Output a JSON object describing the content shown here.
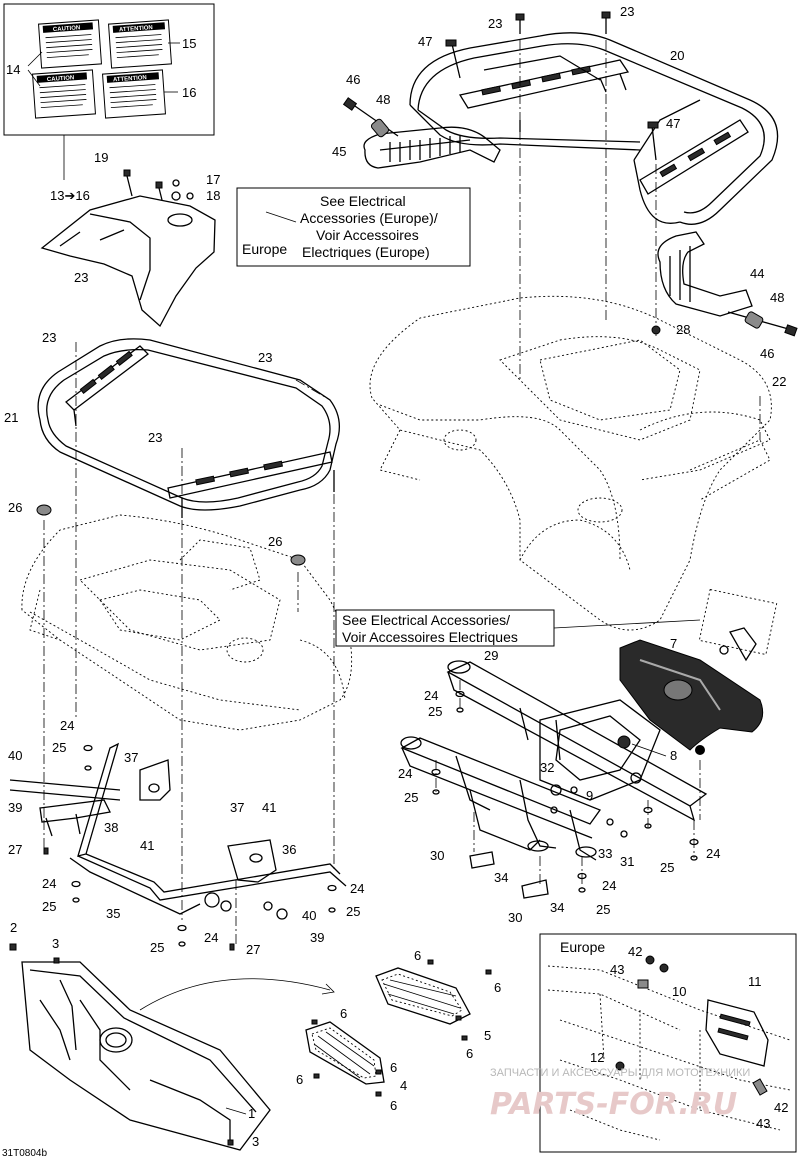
{
  "diagram": {
    "code": "31T0804b",
    "callouts": {
      "c1": "1",
      "c2": "2",
      "c3a": "3",
      "c3b": "3",
      "c4": "4",
      "c5": "5",
      "c6a": "6",
      "c6b": "6",
      "c6c": "6",
      "c6d": "6",
      "c6e": "6",
      "c6f": "6",
      "c6g": "6",
      "c7": "7",
      "c8": "8",
      "c9": "9",
      "c10": "10",
      "c11": "11",
      "c12": "12",
      "c1316": "13➔16",
      "c14": "14",
      "c15": "15",
      "c16": "16",
      "c17": "17",
      "c18": "18",
      "c19": "19",
      "c20": "20",
      "c21": "21",
      "c22": "22",
      "c23a": "23",
      "c23b": "23",
      "c23c": "23",
      "c23d": "23",
      "c23e": "23",
      "c23f": "23",
      "c24a": "24",
      "c24b": "24",
      "c24c": "24",
      "c24d": "24",
      "c24e": "24",
      "c24f": "24",
      "c24g": "24",
      "c24h": "24",
      "c25a": "25",
      "c25b": "25",
      "c25c": "25",
      "c25d": "25",
      "c25e": "25",
      "c25f": "25",
      "c25g": "25",
      "c25h": "25",
      "c26a": "26",
      "c26b": "26",
      "c27a": "27",
      "c27b": "27",
      "c28": "28",
      "c29": "29",
      "c30a": "30",
      "c30b": "30",
      "c31": "31",
      "c32": "32",
      "c33": "33",
      "c34a": "34",
      "c34b": "34",
      "c35": "35",
      "c36": "36",
      "c37a": "37",
      "c37b": "37",
      "c38": "38",
      "c39a": "39",
      "c39b": "39",
      "c40a": "40",
      "c40b": "40",
      "c41a": "41",
      "c41b": "41",
      "c42a": "42",
      "c42b": "42",
      "c43a": "43",
      "c43b": "43",
      "c44": "44",
      "c45": "45",
      "c46a": "46",
      "c46b": "46",
      "c47a": "47",
      "c47b": "47",
      "c48a": "48",
      "c48b": "48"
    },
    "notes": {
      "europe_label": "Europe",
      "elec_europe": [
        "See Electrical",
        "Accessories (Europe)/",
        "Voir Accessoires",
        "Electriques (Europe)"
      ],
      "elec": [
        "See Electrical Accessories/",
        "Voir Accessoires Electriques"
      ],
      "inset_title": "Europe"
    },
    "decals": {
      "caution": "CAUTION",
      "attention": "ATTENTION"
    },
    "watermark": {
      "line": "ЗАПЧАСТИ И АКСЕССУАРЫ ДЛЯ МОТОТЕХНИКИ",
      "brand": "PARTS-FOR.RU"
    }
  }
}
